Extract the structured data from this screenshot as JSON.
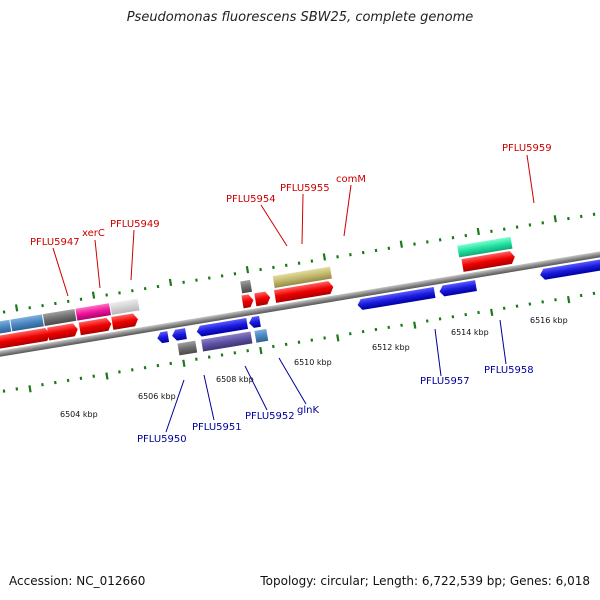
{
  "title": "Pseudomonas fluorescens SBW25, complete genome",
  "footer": {
    "accession": "Accession: NC_012660",
    "summary": "Topology: circular; Length: 6,722,539 bp; Genes: 6,018"
  },
  "colors": {
    "forward_label": "#cc0000",
    "reverse_label": "#000099",
    "tick": "#1a7a1a",
    "backbone": "#808080"
  },
  "kbp_labels": [
    "6504 kbp",
    "6506 kbp",
    "6508 kbp",
    "6510 kbp",
    "6512 kbp",
    "6514 kbp",
    "6516 kbp"
  ],
  "forward_gene_labels": [
    "PFLU5947",
    "xerC",
    "PFLU5949",
    "PFLU5954",
    "PFLU5955",
    "comM",
    "PFLU5959"
  ],
  "reverse_gene_labels": [
    "PFLU5950",
    "PFLU5951",
    "PFLU5952",
    "glnK",
    "PFLU5957",
    "PFLU5958"
  ]
}
